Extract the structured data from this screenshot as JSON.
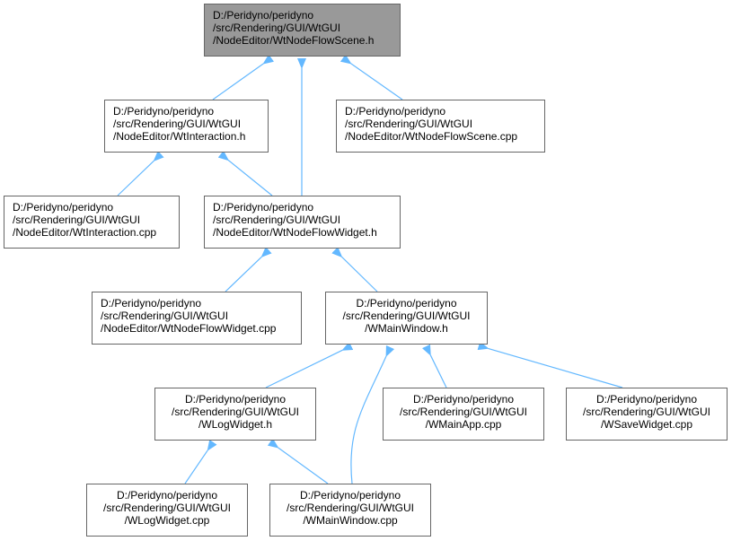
{
  "colors": {
    "edge": "#63b8ff",
    "node_border": "#666666",
    "root_fill": "#999999",
    "node_fill": "#ffffff"
  },
  "nodes": [
    {
      "id": "wtnodeflowscene_h",
      "root": true,
      "lines": [
        "D:/Peridyno/peridyno",
        "/src/Rendering/GUI/WtGUI",
        "/NodeEditor/WtNodeFlowScene.h"
      ]
    },
    {
      "id": "wtinteraction_h",
      "lines": [
        "D:/Peridyno/peridyno",
        "/src/Rendering/GUI/WtGUI",
        "/NodeEditor/WtInteraction.h"
      ]
    },
    {
      "id": "wtnodeflowscene_cpp",
      "lines": [
        "D:/Peridyno/peridyno",
        "/src/Rendering/GUI/WtGUI",
        "/NodeEditor/WtNodeFlowScene.cpp"
      ]
    },
    {
      "id": "wtinteraction_cpp",
      "lines": [
        "D:/Peridyno/peridyno",
        "/src/Rendering/GUI/WtGUI",
        "/NodeEditor/WtInteraction.cpp"
      ]
    },
    {
      "id": "wtnodeflowwidget_h",
      "lines": [
        "D:/Peridyno/peridyno",
        "/src/Rendering/GUI/WtGUI",
        "/NodeEditor/WtNodeFlowWidget.h"
      ]
    },
    {
      "id": "wtnodeflowwidget_cpp",
      "lines": [
        "D:/Peridyno/peridyno",
        "/src/Rendering/GUI/WtGUI",
        "/NodeEditor/WtNodeFlowWidget.cpp"
      ]
    },
    {
      "id": "wmainwindow_h",
      "lines": [
        "D:/Peridyno/peridyno",
        "/src/Rendering/GUI/WtGUI",
        "/WMainWindow.h"
      ]
    },
    {
      "id": "wlogwidget_h",
      "lines": [
        "D:/Peridyno/peridyno",
        "/src/Rendering/GUI/WtGUI",
        "/WLogWidget.h"
      ]
    },
    {
      "id": "wmainapp_cpp",
      "lines": [
        "D:/Peridyno/peridyno",
        "/src/Rendering/GUI/WtGUI",
        "/WMainApp.cpp"
      ]
    },
    {
      "id": "wsavewidget_cpp",
      "lines": [
        "D:/Peridyno/peridyno",
        "/src/Rendering/GUI/WtGUI",
        "/WSaveWidget.cpp"
      ]
    },
    {
      "id": "wlogwidget_cpp",
      "lines": [
        "D:/Peridyno/peridyno",
        "/src/Rendering/GUI/WtGUI",
        "/WLogWidget.cpp"
      ]
    },
    {
      "id": "wmainwindow_cpp",
      "lines": [
        "D:/Peridyno/peridyno",
        "/src/Rendering/GUI/WtGUI",
        "/WMainWindow.cpp"
      ]
    }
  ],
  "edges": [
    {
      "from": "wtinteraction_h",
      "to": "wtnodeflowscene_h"
    },
    {
      "from": "wtnodeflowwidget_h",
      "to": "wtnodeflowscene_h"
    },
    {
      "from": "wtnodeflowscene_cpp",
      "to": "wtnodeflowscene_h"
    },
    {
      "from": "wtinteraction_cpp",
      "to": "wtinteraction_h"
    },
    {
      "from": "wtnodeflowwidget_h",
      "to": "wtinteraction_h"
    },
    {
      "from": "wtnodeflowwidget_cpp",
      "to": "wtnodeflowwidget_h"
    },
    {
      "from": "wmainwindow_h",
      "to": "wtnodeflowwidget_h"
    },
    {
      "from": "wlogwidget_h",
      "to": "wmainwindow_h"
    },
    {
      "from": "wmainwindow_cpp",
      "to": "wmainwindow_h"
    },
    {
      "from": "wmainapp_cpp",
      "to": "wmainwindow_h"
    },
    {
      "from": "wsavewidget_cpp",
      "to": "wmainwindow_h"
    },
    {
      "from": "wlogwidget_cpp",
      "to": "wlogwidget_h"
    },
    {
      "from": "wmainwindow_cpp",
      "to": "wlogwidget_h"
    }
  ]
}
